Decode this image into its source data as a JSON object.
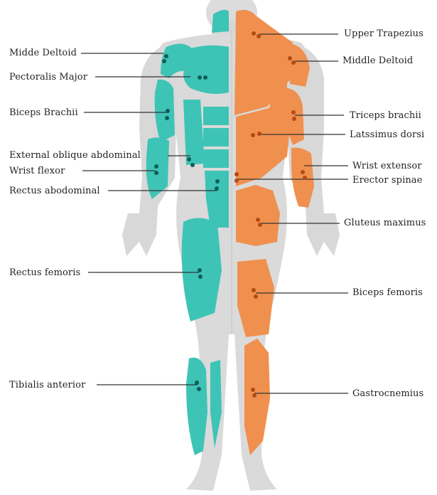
{
  "diagram": {
    "colors": {
      "front_muscle": "#3ec4b6",
      "back_muscle": "#f0904f",
      "skin": "#dadada",
      "front_dot": "#0b5f57",
      "back_dot": "#b54a14",
      "leader_line": "#333333"
    },
    "front_labels": [
      {
        "id": "middle-deltoid-front",
        "text": "Midde Deltoid"
      },
      {
        "id": "pectoralis-major",
        "text": "Pectoralis Major"
      },
      {
        "id": "biceps-brachii",
        "text": "Biceps Brachii"
      },
      {
        "id": "external-oblique",
        "text": "External oblique abdominal"
      },
      {
        "id": "wrist-flexor",
        "text": "Wrist flexor"
      },
      {
        "id": "rectus-abdominal",
        "text": "Rectus abodominal"
      },
      {
        "id": "rectus-femoris",
        "text": "Rectus femoris"
      },
      {
        "id": "tibialis-anterior",
        "text": "Tibialis anterior"
      }
    ],
    "back_labels": [
      {
        "id": "upper-trapezius",
        "text": "Upper Trapezius"
      },
      {
        "id": "middle-deltoid-back",
        "text": "Middle Deltoid"
      },
      {
        "id": "triceps-brachii",
        "text": "Triceps brachii"
      },
      {
        "id": "latissimus-dorsi",
        "text": "Latssimus dorsi"
      },
      {
        "id": "wrist-extensor",
        "text": "Wrist extensor"
      },
      {
        "id": "erector-spinae",
        "text": "Erector spinae"
      },
      {
        "id": "gluteus-maximus",
        "text": "Gluteus maximus"
      },
      {
        "id": "biceps-femoris",
        "text": "Biceps femoris"
      },
      {
        "id": "gastrocnemius",
        "text": "Gastrocnemius"
      }
    ]
  }
}
